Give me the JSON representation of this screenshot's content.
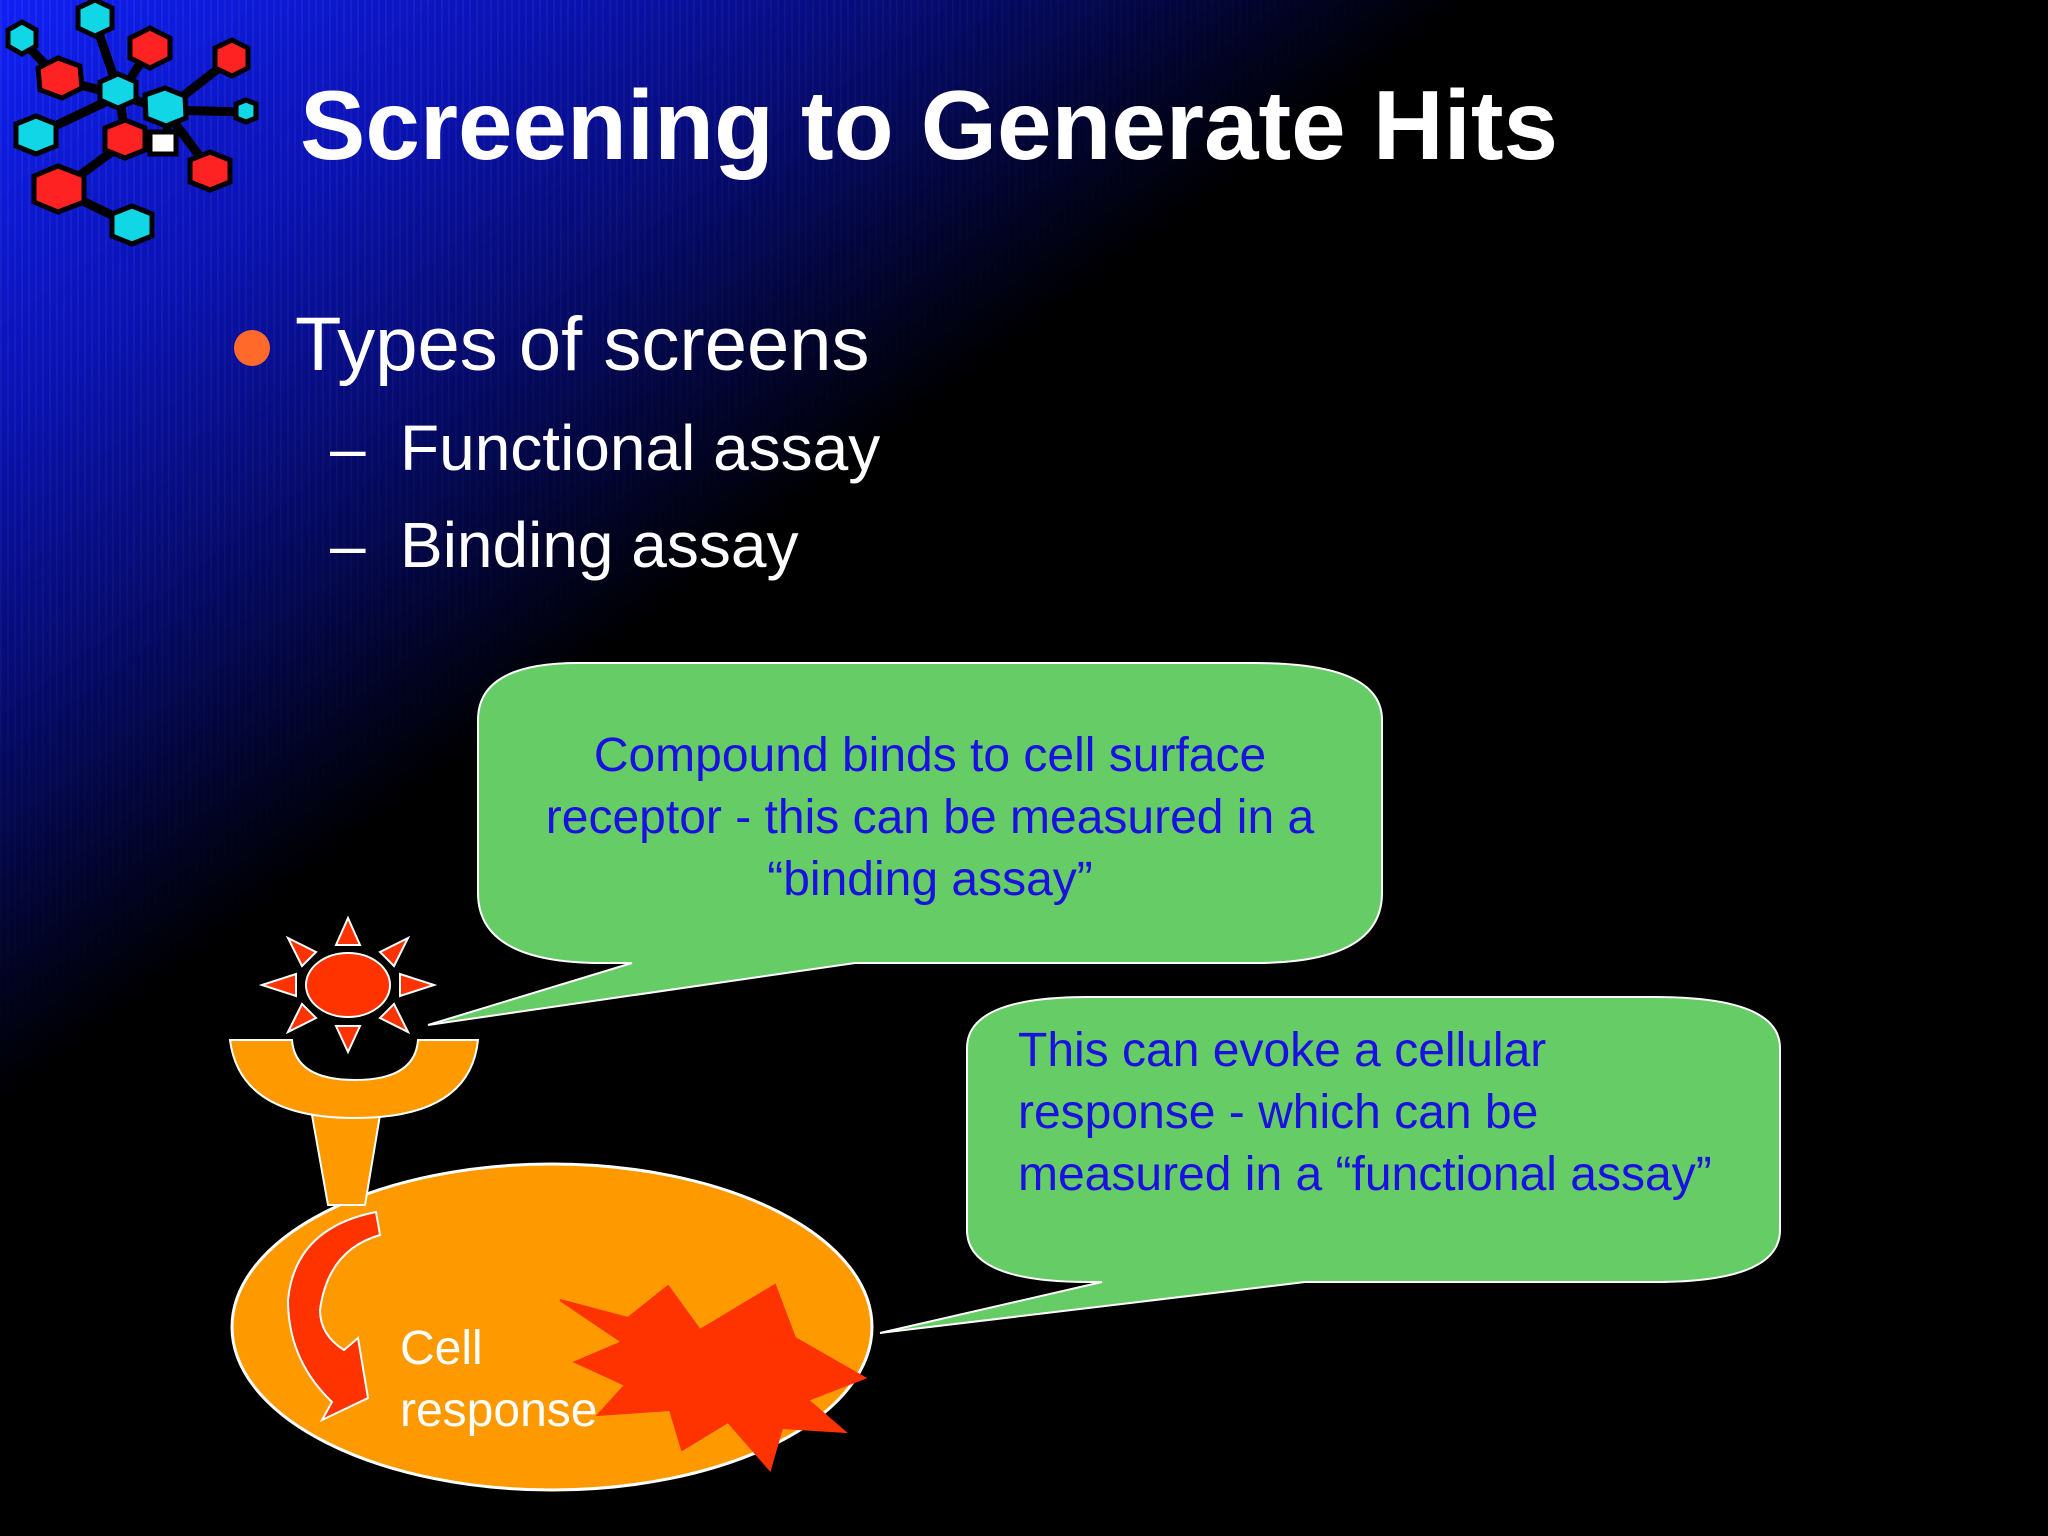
{
  "slide": {
    "title": "Screening to Generate Hits",
    "bullet": {
      "text": "Types of screens",
      "subitems": [
        {
          "dash": "–",
          "text": "Functional assay"
        },
        {
          "dash": "–",
          "text": "Binding assay"
        }
      ]
    }
  },
  "diagram": {
    "callout_binding": "Compound binds to cell surface receptor - this can be measured in a “binding assay”",
    "callout_functional": "This can evoke a cellular response - which can be measured in a “functional assay”",
    "cell_label": "Cell response",
    "icons": [
      "molecule-logo-icon",
      "compound-sun-icon",
      "receptor-cup-icon",
      "cell-ellipse",
      "curved-arrow-icon",
      "burst-icon"
    ]
  },
  "colors": {
    "background": "#000000",
    "title": "#ffffff",
    "bullet": "#ff6a2a",
    "callout_fill": "#66cc66",
    "callout_text": "#1a10e0",
    "cell_fill": "#ff9900",
    "compound_fill": "#ff3300",
    "molecule_red": "#ff2222",
    "molecule_cyan": "#11d6e6"
  }
}
